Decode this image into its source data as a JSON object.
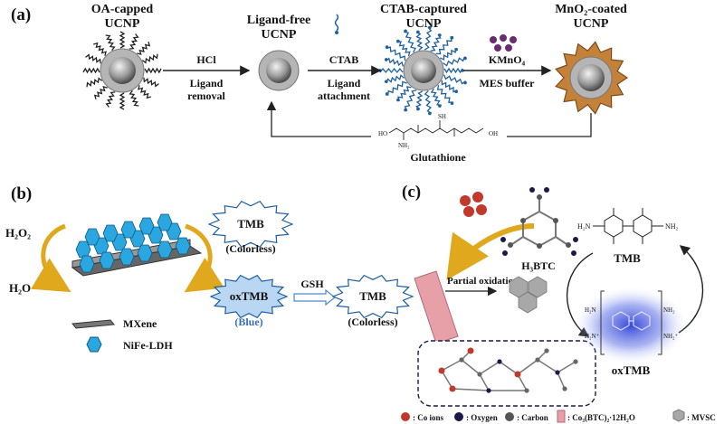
{
  "panel_a": {
    "label": "(a)",
    "stage1": [
      "OA-capped",
      "UCNP"
    ],
    "stage2": [
      "Ligand-free",
      "UCNP"
    ],
    "stage3": [
      "CTAB-captured",
      "UCNP"
    ],
    "stage4": [
      "MnO₂-coated",
      "UCNP"
    ],
    "step1": [
      "HCl",
      "Ligand",
      "removal"
    ],
    "step2": [
      "CTAB",
      "Ligand",
      "attachment"
    ],
    "step3": [
      "KMnO₄",
      "MES buffer"
    ],
    "gsh": "Glutathione"
  },
  "panel_b": {
    "label": "(b)",
    "h2o2": "H₂O₂",
    "h2o": "H₂O",
    "tmb_top": "TMB",
    "colorless1": "(Colorless)",
    "oxtmb": "oxTMB",
    "blue": "(Blue)",
    "gsh": "GSH",
    "tmb_right": "TMB",
    "colorless2": "(Colorless)",
    "mxene": "MXene",
    "ldh": "NiFe-LDH"
  },
  "panel_c": {
    "label": "(c)",
    "h3btc": "H₃BTC",
    "partial_oxidation": "Partial oxidation",
    "tmb": "TMB",
    "oxtmb": "oxTMB",
    "legend": [
      {
        "label": ": Co ions",
        "color": "#c0392b"
      },
      {
        "label": ": Oxygen",
        "color": "#1a1a4a"
      },
      {
        "label": ": Carbon",
        "color": "#555555"
      },
      {
        "label": ": Co₃(BTC)₂·12H₂O",
        "color": "#e8a0a8"
      },
      {
        "label": ": MVSC",
        "color": "#999999"
      }
    ]
  }
}
